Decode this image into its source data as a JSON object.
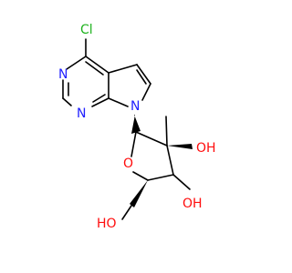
{
  "colors": {
    "bond": "#000000",
    "nitrogen": "#1f1fff",
    "oxygen": "#ff0d0d",
    "chlorine": "#1fb31f"
  },
  "atoms": {
    "cl": "Cl",
    "n_pyrimidine_top": "N",
    "n_pyrimidine_bottom": "N",
    "n_pyrrole": "N",
    "o_ring": "O",
    "oh_c2": "OH",
    "oh_c3": "OH",
    "ho_ch2": "HO"
  }
}
